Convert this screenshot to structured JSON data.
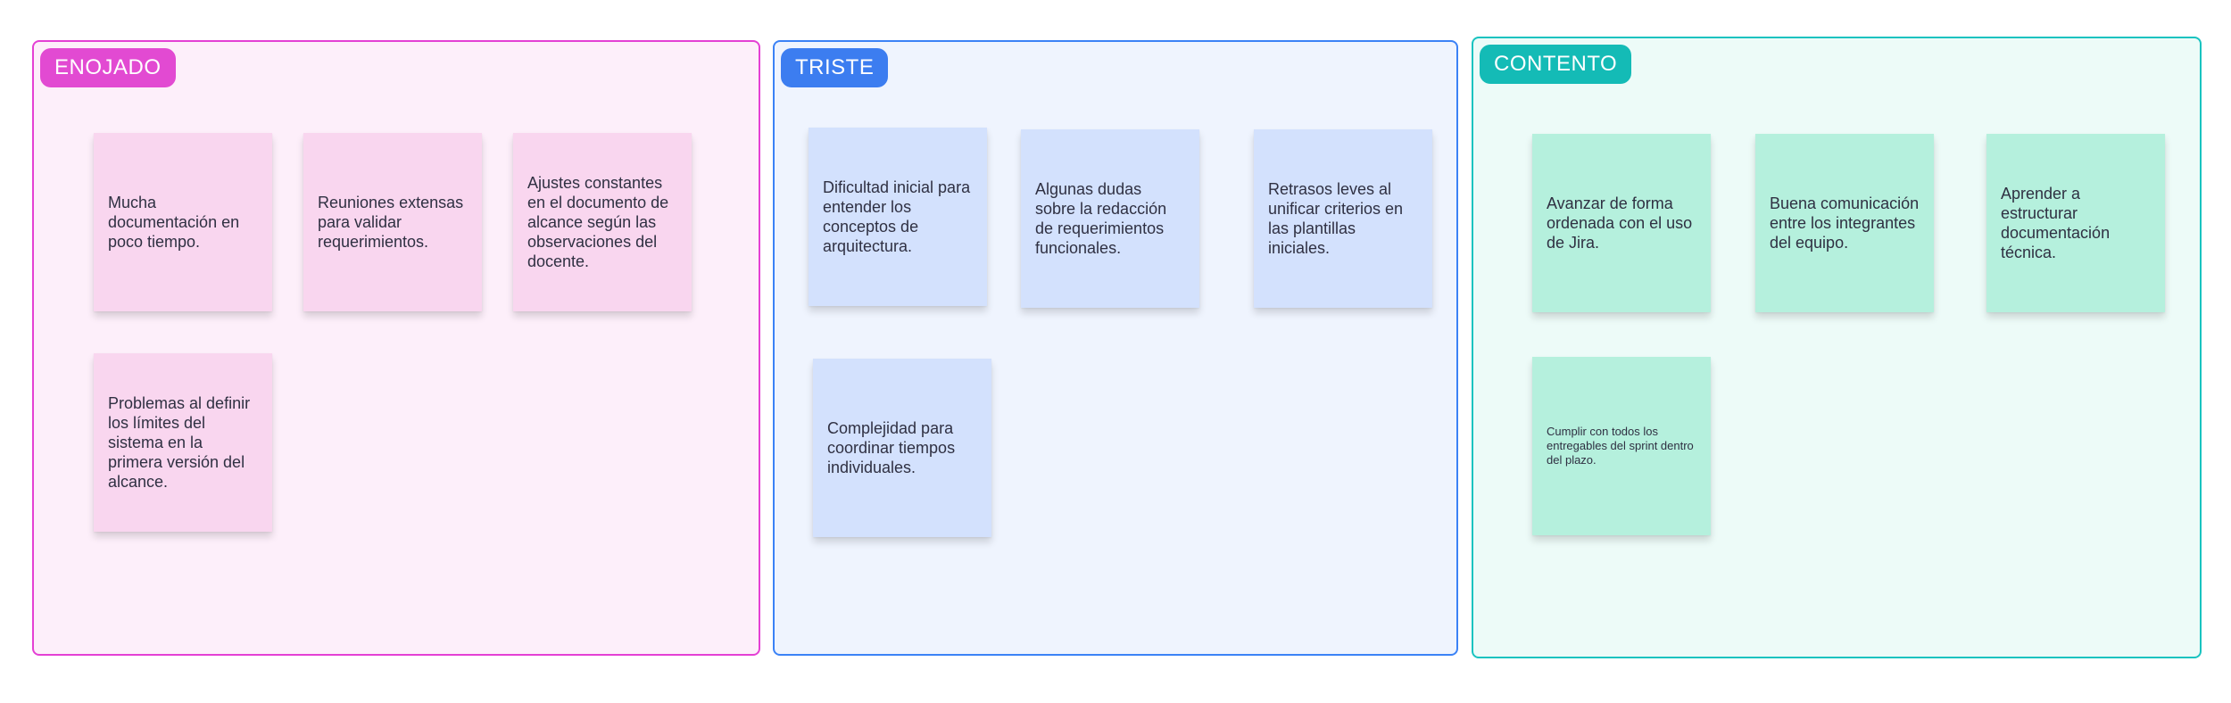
{
  "board": {
    "columns": [
      {
        "id": "enojado",
        "label": "ENOJADO",
        "color": "#e24ad2",
        "notes": [
          "Mucha documentación en poco tiempo.",
          "Reuniones extensas para validar requerimientos.",
          "Ajustes constantes en el documento de alcance según las observaciones del docente.",
          "Problemas al definir los límites del sistema en la primera versión del alcance."
        ]
      },
      {
        "id": "triste",
        "label": "TRISTE",
        "color": "#3c7df0",
        "notes": [
          "Dificultad inicial para entender los conceptos de arquitectura.",
          "Algunas dudas sobre la redacción de requerimientos funcionales.",
          "Retrasos leves al unificar criterios en las plantillas iniciales.",
          "Complejidad para coordinar tiempos individuales."
        ]
      },
      {
        "id": "contento",
        "label": "CONTENTO",
        "color": "#14bbb6",
        "notes": [
          "Avanzar de forma ordenada con el uso de Jira.",
          "Buena comunicación entre los integrantes del equipo.",
          "Aprender a estructurar documentación técnica.",
          "Cumplir con todos los entregables del sprint dentro del plazo."
        ]
      }
    ]
  }
}
